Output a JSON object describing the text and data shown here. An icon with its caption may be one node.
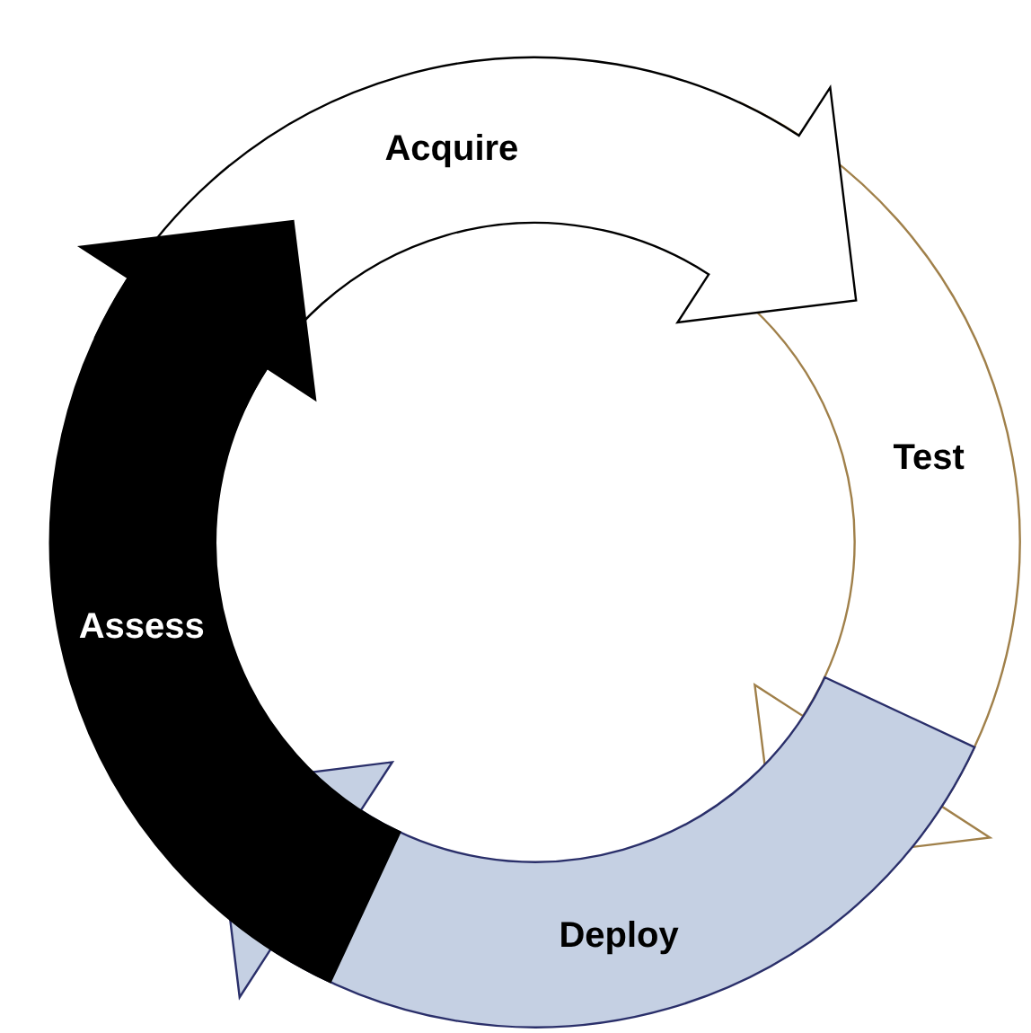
{
  "diagram": {
    "nodes": [
      {
        "text": [
          "Acquire"
        ]
      },
      {
        "text": [
          "Test"
        ]
      },
      {
        "text": [
          "Deploy"
        ]
      },
      {
        "text": [
          "Assess"
        ]
      }
    ]
  }
}
